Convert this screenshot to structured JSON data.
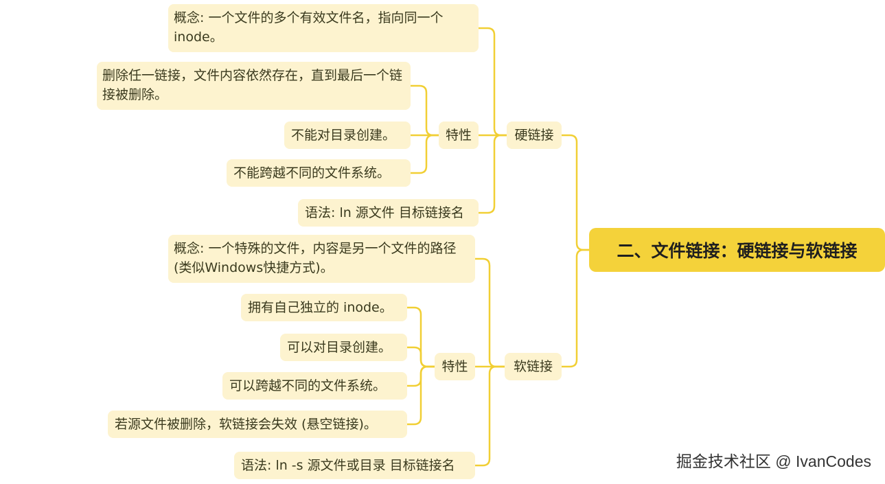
{
  "root": {
    "label": "二、文件链接：硬链接与软链接"
  },
  "hard": {
    "label": "硬链接",
    "concept": "概念: 一个文件的多个有效文件名，指向同一个 inode。",
    "features_label": "特性",
    "features": [
      "删除任一链接，文件内容依然存在，直到最后一个链接被删除。",
      "不能对目录创建。",
      "不能跨越不同的文件系统。"
    ],
    "syntax": "语法: ln 源文件 目标链接名"
  },
  "soft": {
    "label": "软链接",
    "concept": "概念: 一个特殊的文件，内容是另一个文件的路径 (类似Windows快捷方式)。",
    "features_label": "特性",
    "features": [
      "拥有自己独立的 inode。",
      "可以对目录创建。",
      "可以跨越不同的文件系统。",
      "若源文件被删除，软链接会失效 (悬空链接)。"
    ],
    "syntax": "语法: ln -s 源文件或目录 目标链接名"
  },
  "watermark": "掘金技术社区 @ IvanCodes",
  "colors": {
    "line": "#f1cf34",
    "node": "#fdf3cf",
    "root": "#f4d23a"
  }
}
